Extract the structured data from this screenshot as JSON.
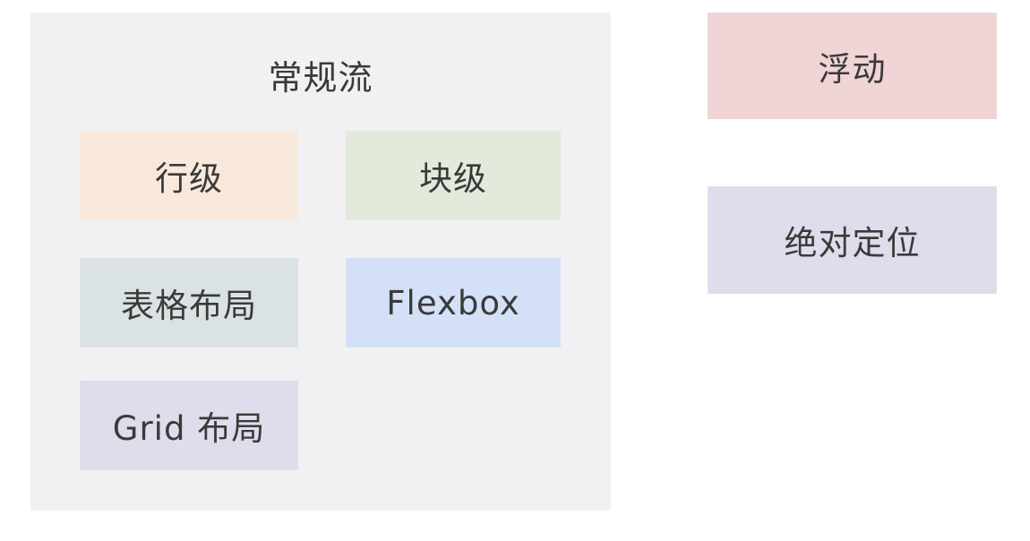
{
  "normal_flow": {
    "title": "常规流",
    "items": {
      "inline": "行级",
      "block": "块级",
      "table": "表格布局",
      "flexbox": "Flexbox",
      "grid": "Grid 布局"
    }
  },
  "float": {
    "label": "浮动"
  },
  "absolute": {
    "label": "绝对定位"
  }
}
